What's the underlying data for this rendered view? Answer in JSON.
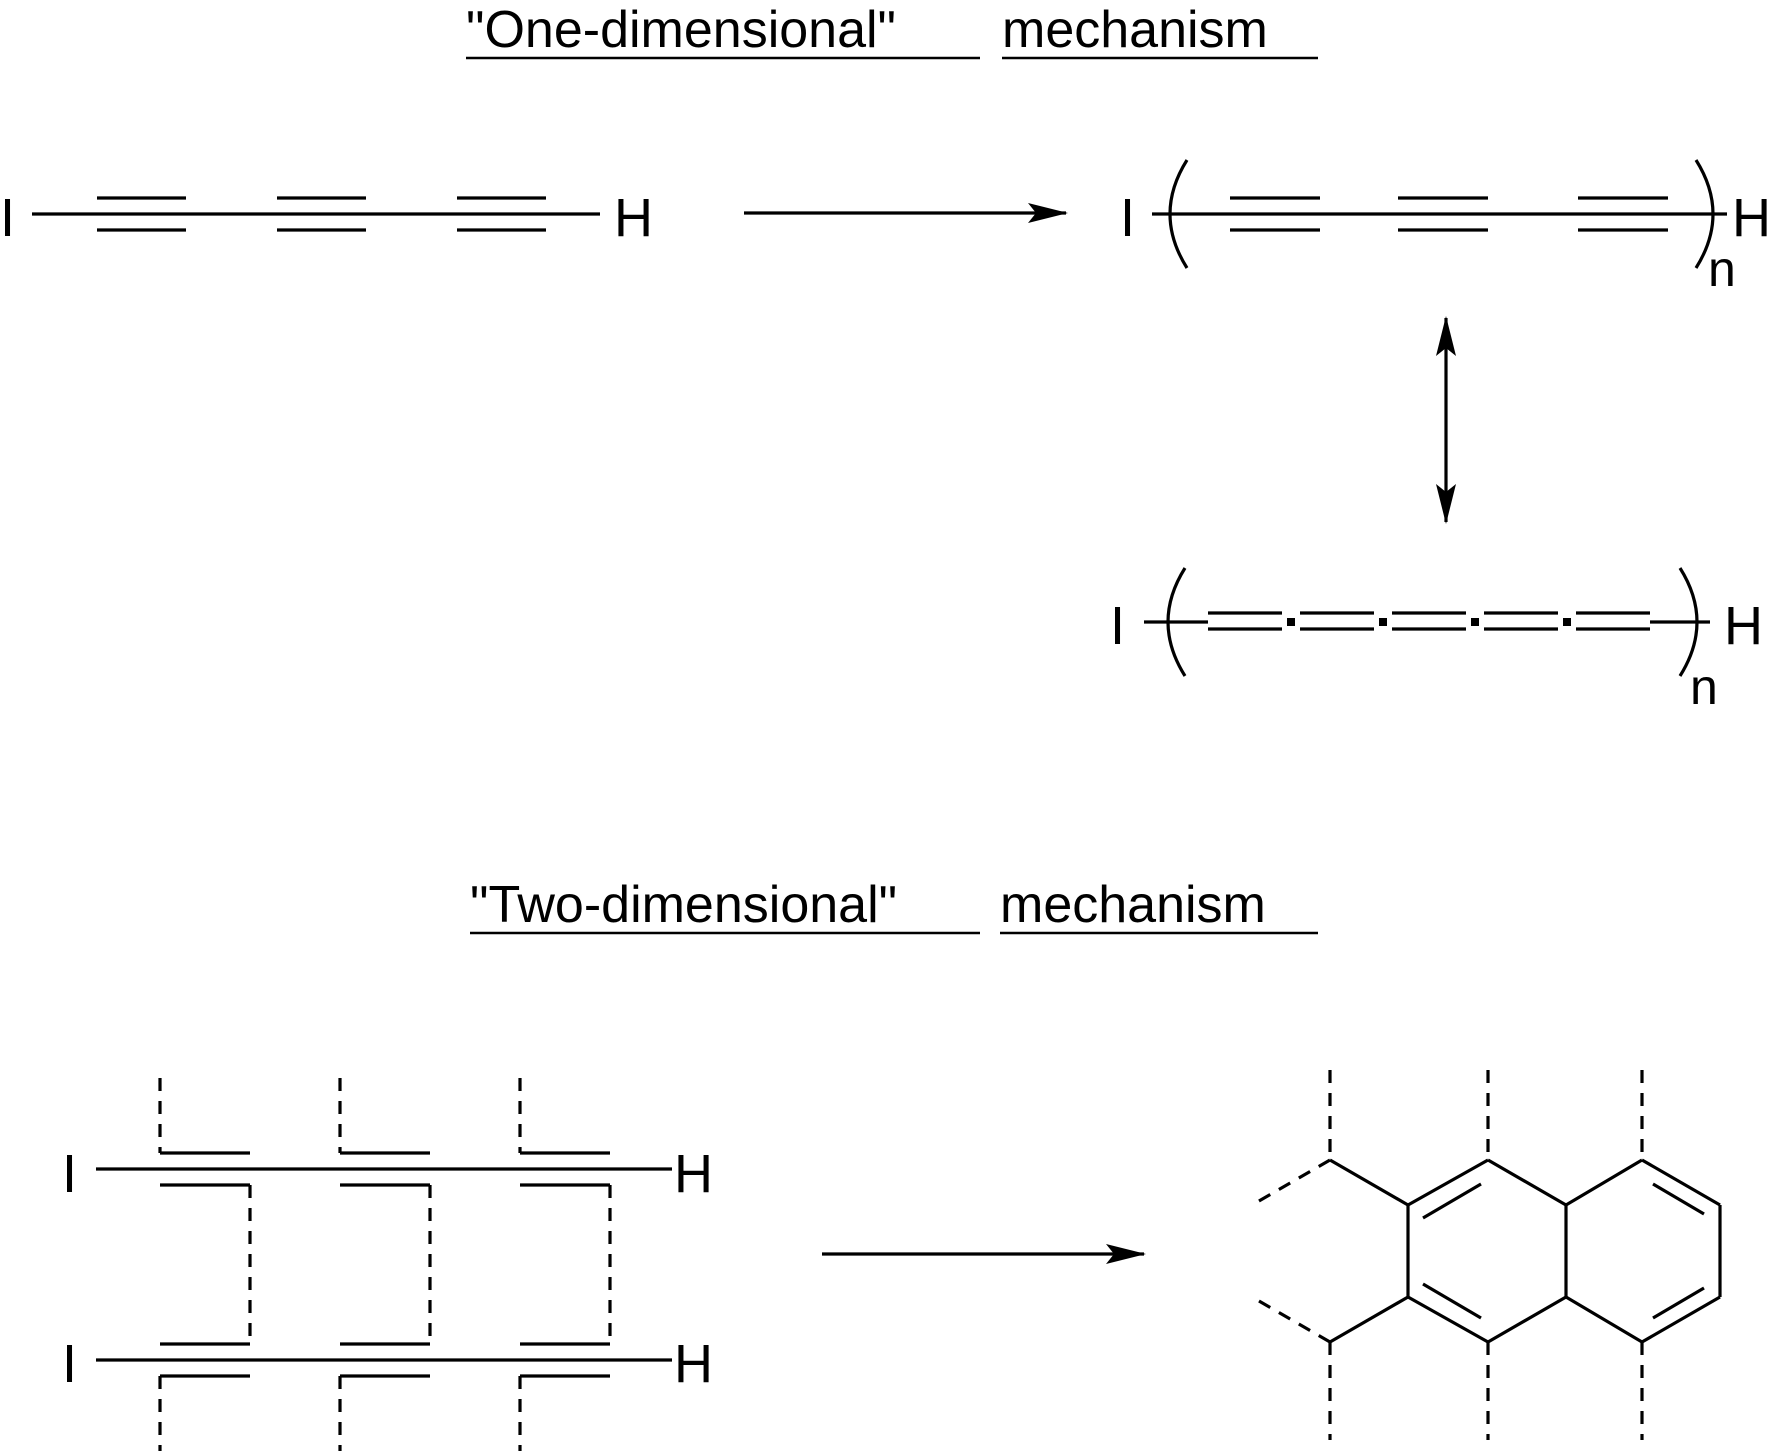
{
  "headings": {
    "one_dim_quoted": "\"One-dimensional\"",
    "one_dim_word": "mechanism",
    "two_dim_quoted": "\"Two-dimensional\"",
    "two_dim_word": "mechanism"
  },
  "atoms": {
    "iodine": "I",
    "hydrogen": "H",
    "repeat_subscript": "n"
  },
  "colors": {
    "ink": "#000000",
    "background": "#ffffff"
  }
}
